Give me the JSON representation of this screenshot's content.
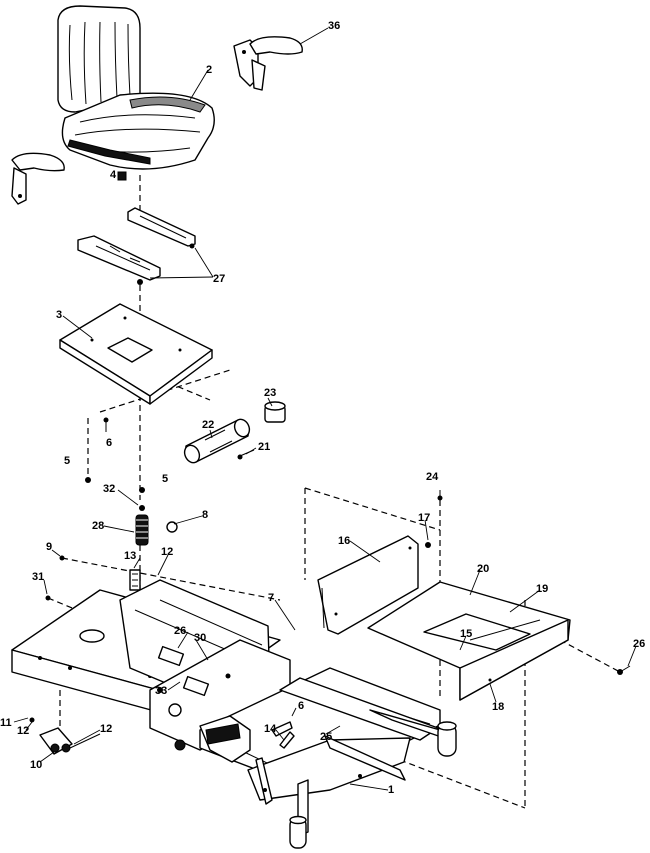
{
  "callouts": {
    "c36": "36",
    "c2": "2",
    "c4": "4",
    "c27": "27",
    "c3": "3",
    "c6a": "6",
    "c5a": "5",
    "c5b": "5",
    "c23": "23",
    "c22": "22",
    "c21": "21",
    "c24": "24",
    "c32": "32",
    "c28": "28",
    "c8": "8",
    "c9": "9",
    "c13": "13",
    "c12a": "12",
    "c16": "16",
    "c17": "17",
    "c20": "20",
    "c19": "19",
    "c31": "31",
    "c7": "7",
    "c26a": "26",
    "c30": "30",
    "c15": "15",
    "c26b": "26",
    "c33": "33",
    "c18": "18",
    "c11": "11",
    "c12b": "12",
    "c6b": "6",
    "c12c": "12",
    "c10": "10",
    "c14": "14",
    "c25": "25",
    "c1": "1"
  }
}
